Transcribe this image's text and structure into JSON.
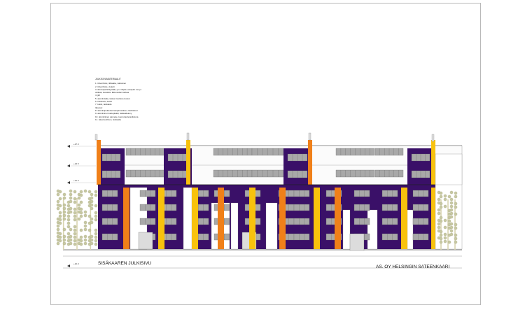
{
  "notes": {
    "title": "JULKISIVUMATERIAALIT",
    "lines": [
      "1. tiiliverhoilu, tiililaatta, valkoinen",
      "2. tiiliverhoilu, violetti",
      "3. ikkunapelti/räystäät, ym. tiilipuk, tasapak. kevyt",
      "vaikeat, kuusikon ikkunoiden karkea",
      "4. jkh",
      "5. alumiinisäle, lasiset tuuletus-luukut",
      "6. hissikuilu, kuisti",
      "7. kuisti, lasikaide",
      "Ikkunat:",
      "8. alumiinipuitteiset lasiparvekkeet, lasikaiteet",
      "9. alumiininen kattoplakki, lasikaidelevy",
      "10. alumiininen parveke, kuorurautterasikkuna",
      "11. rakenteellinen, lasilaatta"
    ]
  },
  "level_tags": [
    "+27.0",
    "+24.5",
    "+21.5",
    "+10.0"
  ],
  "captions": {
    "left": "SISÄKAAREN JULKISIVU",
    "right": "AS. OY HELSINGIN SATEENKAARI"
  },
  "colors": {
    "purple": "#3a1068",
    "orange": "#f08019",
    "yellow": "#f8c20d",
    "glass": "#a8a8a8",
    "tree_trunk": "#d8d4b0",
    "tree_foliage": "#c7c8a2"
  }
}
